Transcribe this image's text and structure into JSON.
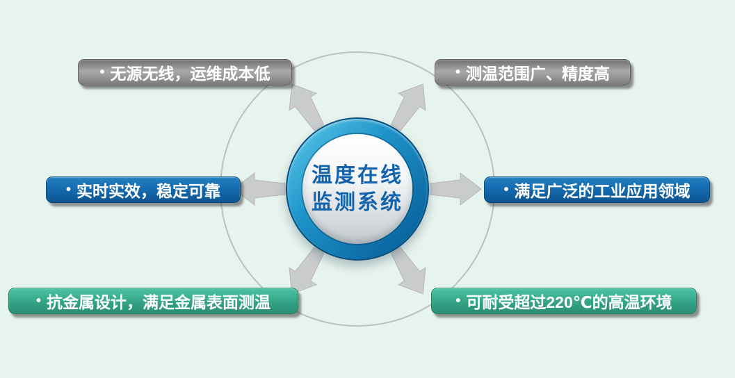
{
  "center": {
    "line1": "温度在线",
    "line2": "监测系统"
  },
  "labels": [
    {
      "bullet": "•",
      "text": "无源无线，运维成本低",
      "color": "gray"
    },
    {
      "bullet": "•",
      "text": "测温范围广、精度高",
      "color": "gray"
    },
    {
      "bullet": "•",
      "text": "实时实效，稳定可靠",
      "color": "blue"
    },
    {
      "bullet": "•",
      "text": "满足广泛的工业应用领域",
      "color": "blue"
    },
    {
      "bullet": "•",
      "text": "抗金属设计，满足金属表面测温",
      "color": "teal"
    },
    {
      "bullet": "•",
      "text": "可耐受超过220℃的高温环境",
      "color": "teal"
    }
  ],
  "colors": {
    "background": "#e7f3ed",
    "pill_gray": "#8f8f8f",
    "pill_blue": "#1367ab",
    "pill_teal": "#32a184",
    "hub_ring": "#1d94c9",
    "hub_text": "#1464ad",
    "arrow": "#c9cbcc",
    "connector_circle": "#bcbfc0"
  }
}
